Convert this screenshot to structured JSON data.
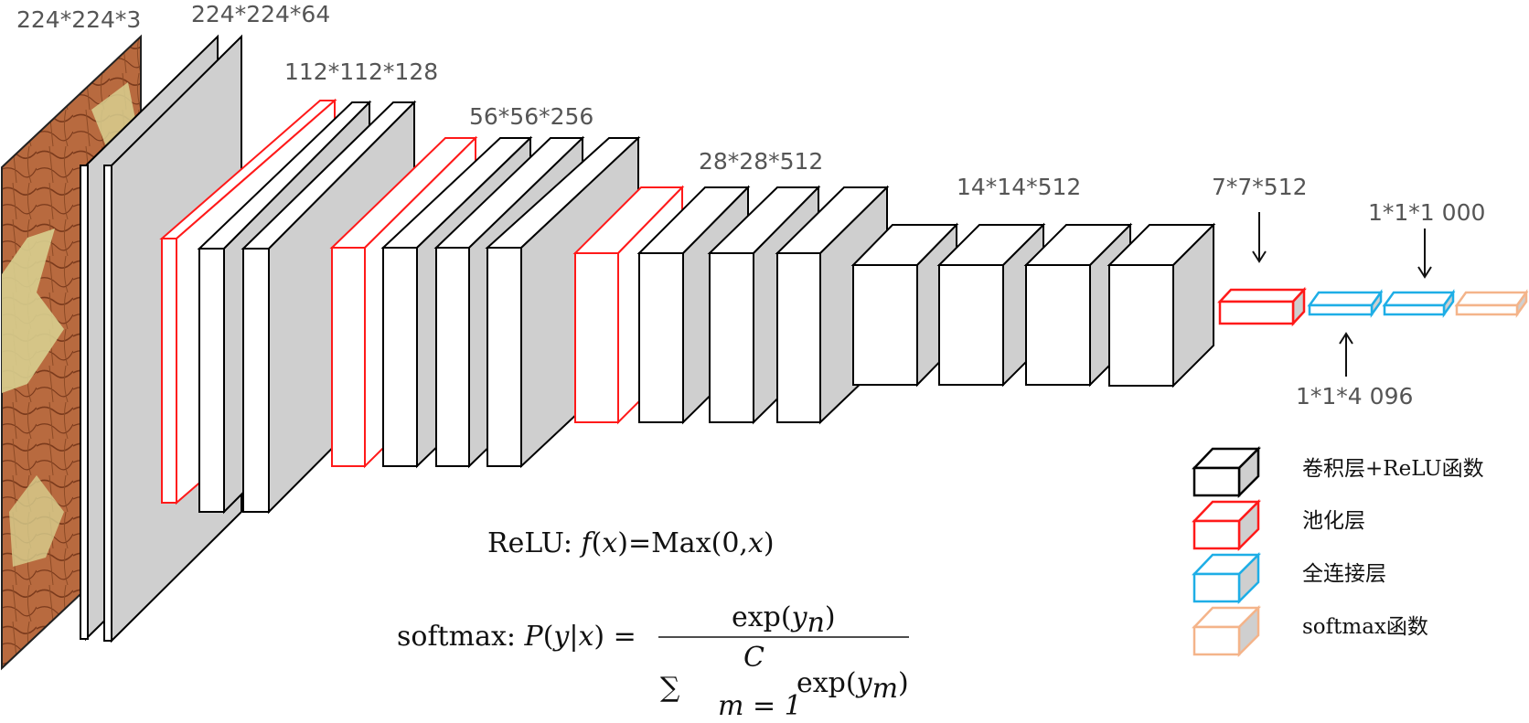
{
  "colors": {
    "conv": "#000000",
    "pool": "#ff1a1a",
    "fc": "#1eaee6",
    "softmax": "#f4b48a",
    "side": "#cfcfcf",
    "text": "#555555"
  },
  "dimension_labels": {
    "input": "224*224*3",
    "block1": "224*224*64",
    "block2": "112*112*128",
    "block3": "56*56*256",
    "block4": "28*28*512",
    "block5": "14*14*512",
    "pool5": "7*7*512",
    "fc_out": "1*1*1 000",
    "fc_hidden": "1*1*4 096"
  },
  "legend": {
    "conv": "卷积层+ReLU函数",
    "pool": "池化层",
    "fc": "全连接层",
    "softmax": "softmax函数"
  },
  "formulas": {
    "relu_prefix": "ReLU: ",
    "relu_f": "f",
    "relu_x": "x",
    "relu_eq": "=Max(0,",
    "softmax_prefix": "softmax: ",
    "softmax_P": "P",
    "softmax_y": "y",
    "softmax_x": "x",
    "numerator": "exp",
    "numerator_sub": "n",
    "sum_upper": "C",
    "sum_lower": "m = 1",
    "denominator": "exp",
    "denominator_sub": "m"
  }
}
